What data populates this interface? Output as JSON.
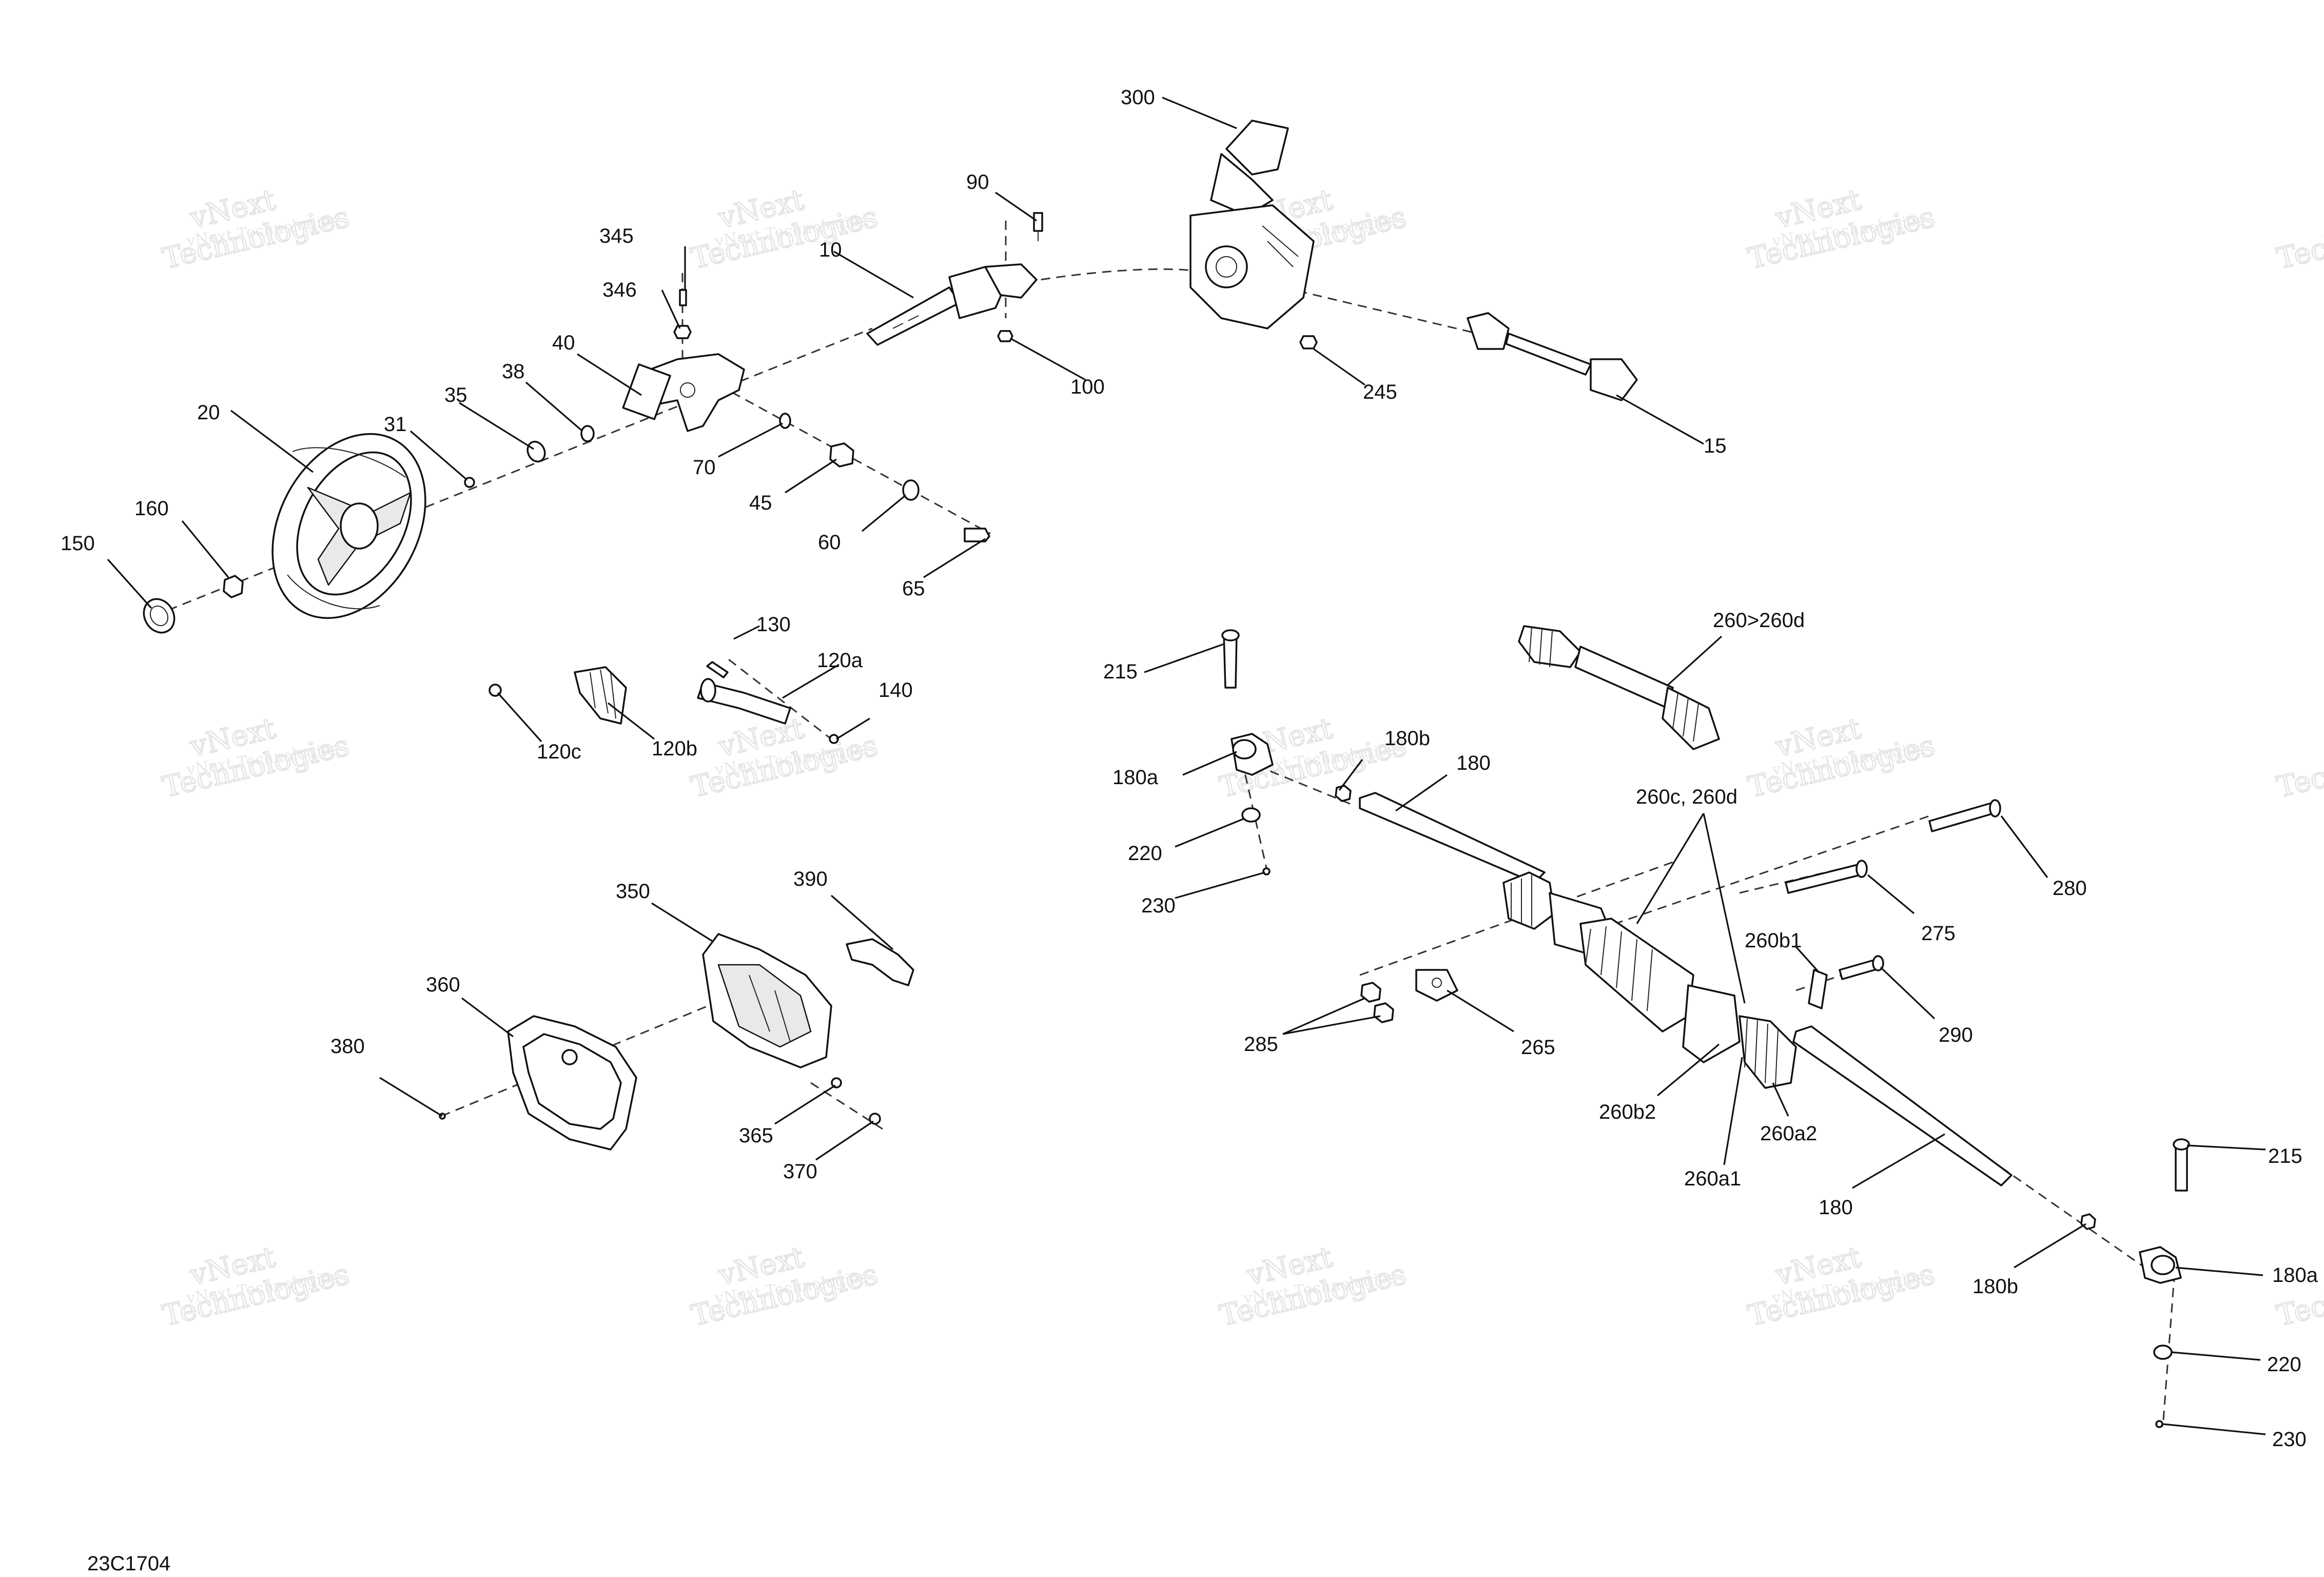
{
  "diagram_code": "23C1704",
  "watermark": {
    "line1": "vNext",
    "line2": "Technologies",
    "line3": "vNext Technologies"
  },
  "callouts": [
    {
      "id": "c300",
      "text": "300"
    },
    {
      "id": "c90",
      "text": "90"
    },
    {
      "id": "c10",
      "text": "10"
    },
    {
      "id": "c345",
      "text": "345"
    },
    {
      "id": "c346",
      "text": "346"
    },
    {
      "id": "c40",
      "text": "40"
    },
    {
      "id": "c38",
      "text": "38"
    },
    {
      "id": "c35",
      "text": "35"
    },
    {
      "id": "c31",
      "text": "31"
    },
    {
      "id": "c20",
      "text": "20"
    },
    {
      "id": "c160",
      "text": "160"
    },
    {
      "id": "c150",
      "text": "150"
    },
    {
      "id": "c100",
      "text": "100"
    },
    {
      "id": "c245",
      "text": "245"
    },
    {
      "id": "c15",
      "text": "15"
    },
    {
      "id": "c70",
      "text": "70"
    },
    {
      "id": "c45",
      "text": "45"
    },
    {
      "id": "c60",
      "text": "60"
    },
    {
      "id": "c65",
      "text": "65"
    },
    {
      "id": "c130",
      "text": "130"
    },
    {
      "id": "c120a",
      "text": "120a"
    },
    {
      "id": "c140",
      "text": "140"
    },
    {
      "id": "c120c",
      "text": "120c"
    },
    {
      "id": "c120b",
      "text": "120b"
    },
    {
      "id": "c215",
      "text": "215"
    },
    {
      "id": "c260d",
      "text": "260>260d"
    },
    {
      "id": "c180b",
      "text": "180b"
    },
    {
      "id": "c180a",
      "text": "180a"
    },
    {
      "id": "c180",
      "text": "180"
    },
    {
      "id": "c220",
      "text": "220"
    },
    {
      "id": "c230",
      "text": "230"
    },
    {
      "id": "c260cd",
      "text": "260c, 260d"
    },
    {
      "id": "c280",
      "text": "280"
    },
    {
      "id": "c275",
      "text": "275"
    },
    {
      "id": "c260b1",
      "text": "260b1"
    },
    {
      "id": "c290",
      "text": "290"
    },
    {
      "id": "c285",
      "text": "285"
    },
    {
      "id": "c265",
      "text": "265"
    },
    {
      "id": "c260b2",
      "text": "260b2"
    },
    {
      "id": "c260a2",
      "text": "260a2"
    },
    {
      "id": "c260a1",
      "text": "260a1"
    },
    {
      "id": "c180r",
      "text": "180"
    },
    {
      "id": "c180br",
      "text": "180b"
    },
    {
      "id": "c215r",
      "text": "215"
    },
    {
      "id": "c180ar",
      "text": "180a"
    },
    {
      "id": "c220r",
      "text": "220"
    },
    {
      "id": "c230r",
      "text": "230"
    },
    {
      "id": "c390",
      "text": "390"
    },
    {
      "id": "c350",
      "text": "350"
    },
    {
      "id": "c360",
      "text": "360"
    },
    {
      "id": "c380",
      "text": "380"
    },
    {
      "id": "c365",
      "text": "365"
    },
    {
      "id": "c370",
      "text": "370"
    }
  ]
}
